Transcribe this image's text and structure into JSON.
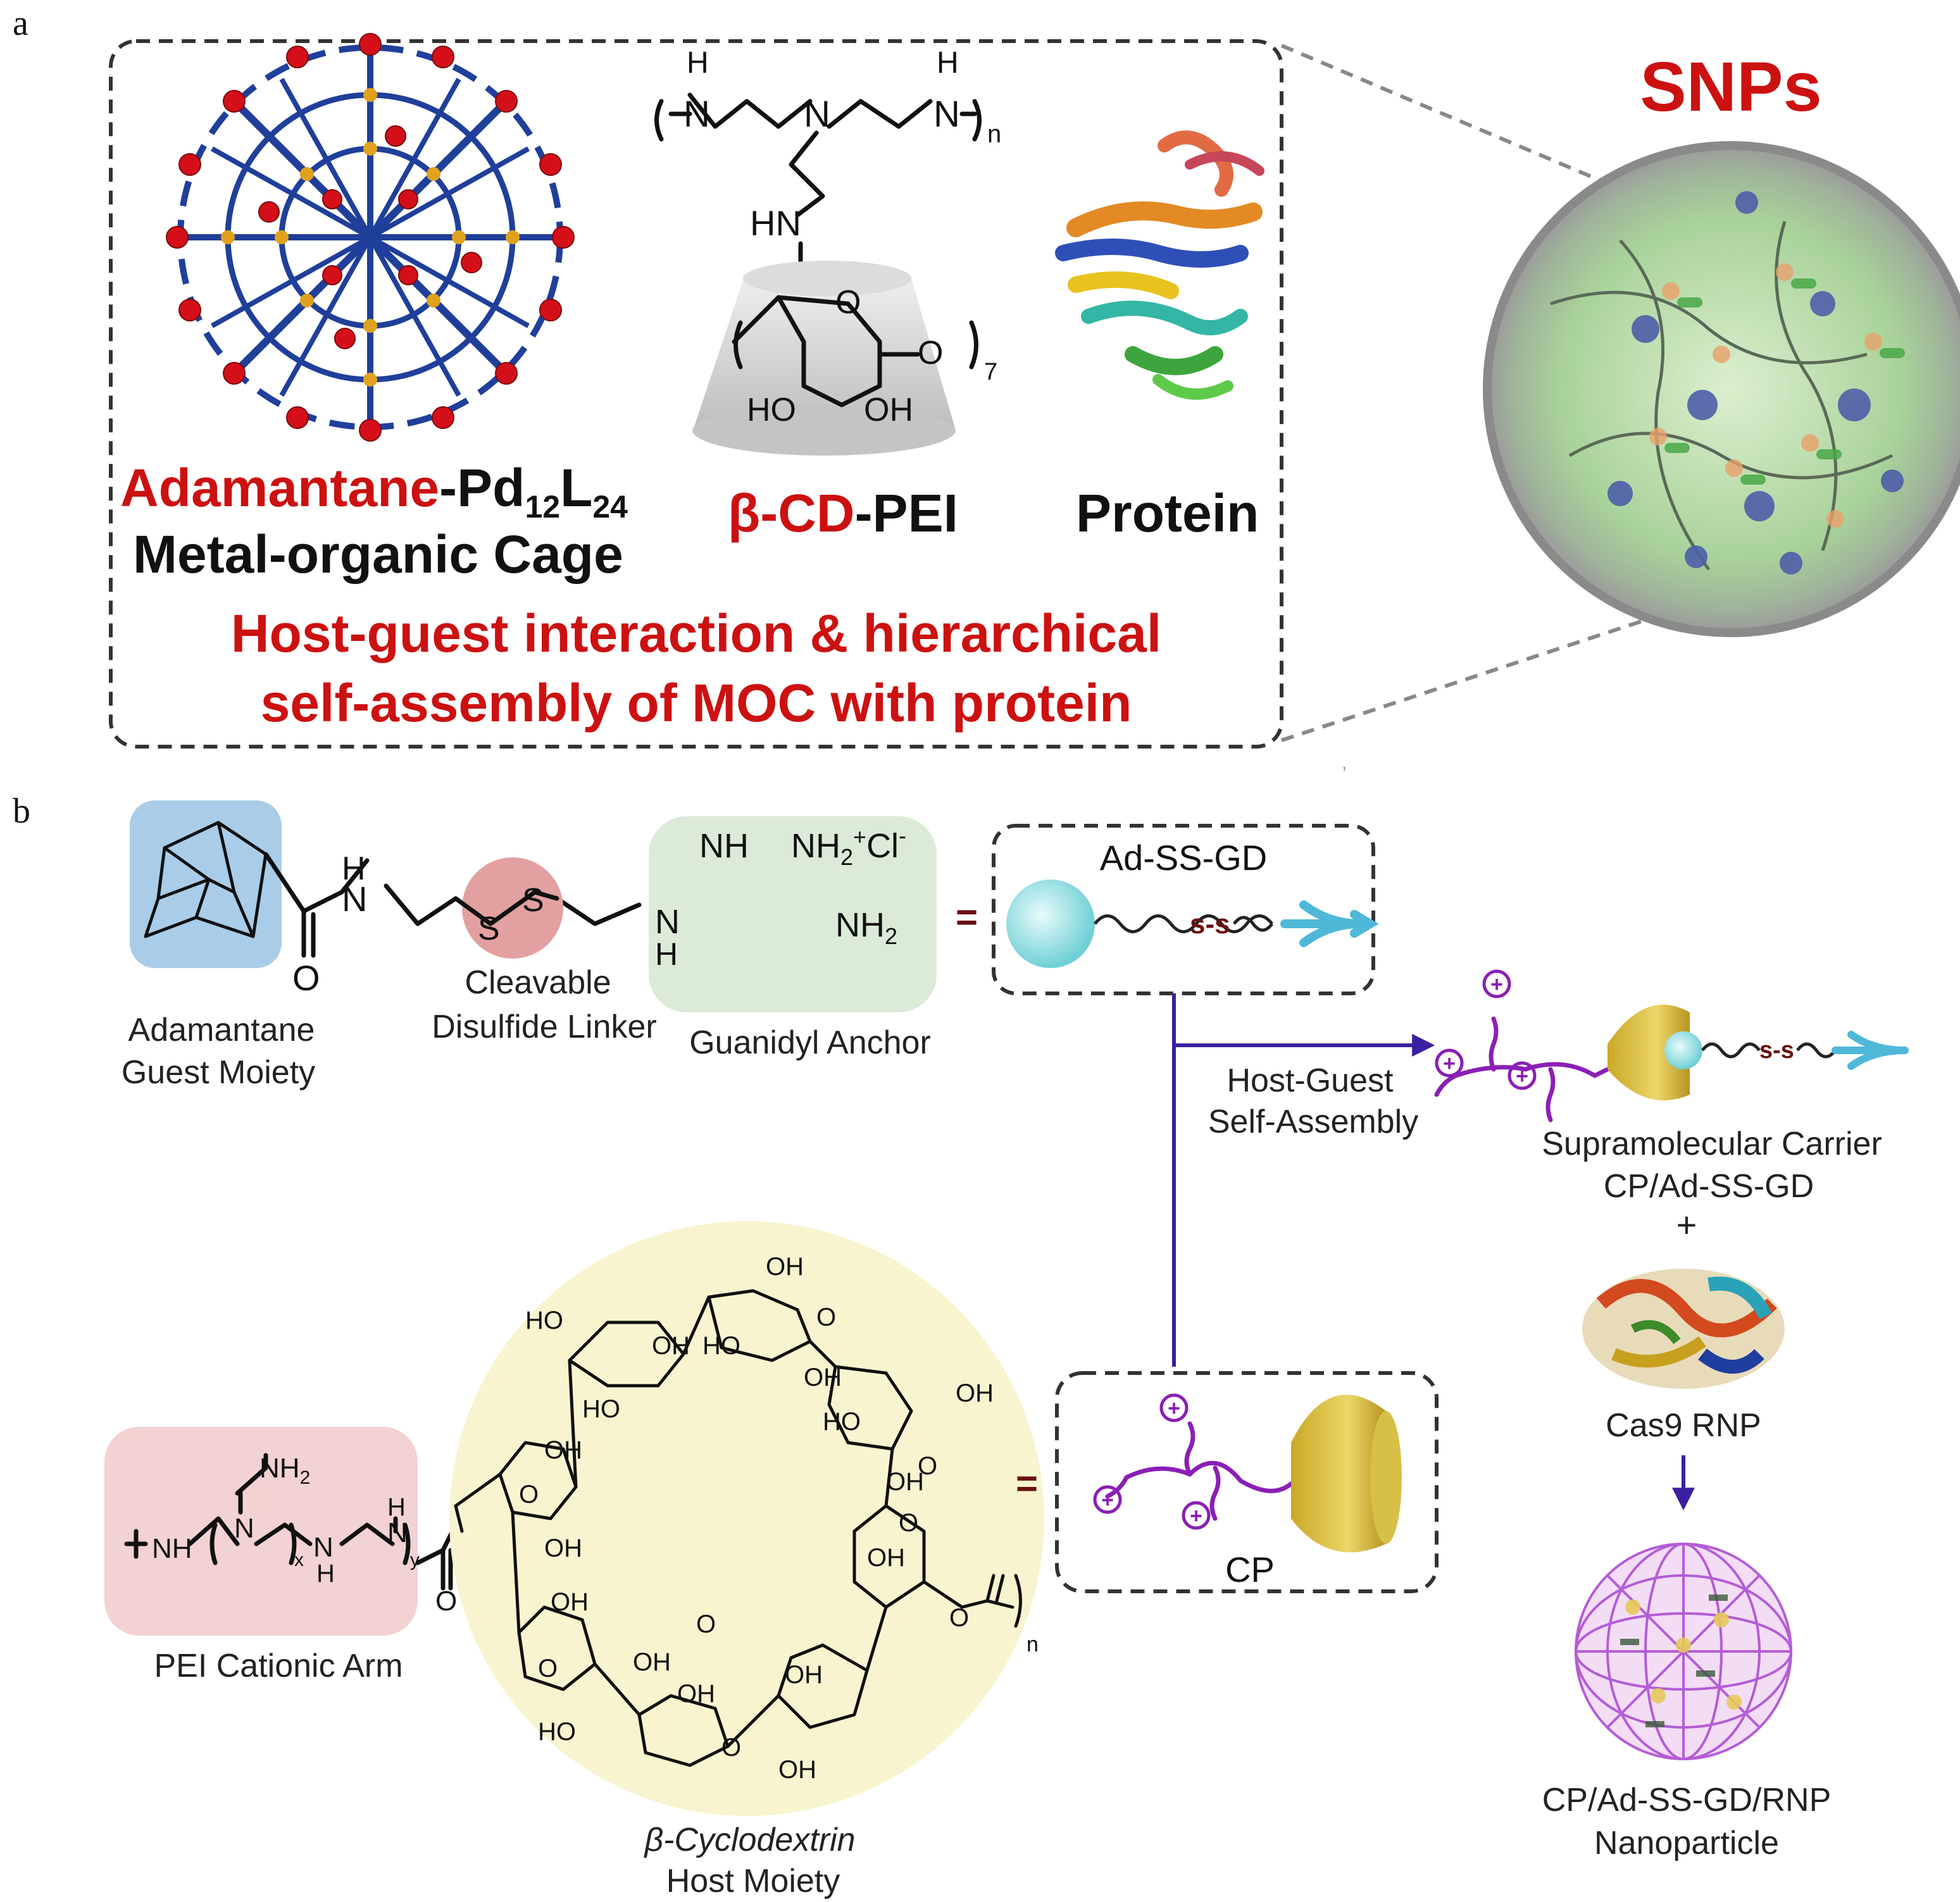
{
  "panel_a": {
    "label": "a",
    "cage_label_red": "Adamantane",
    "cage_label_formula": "-Pd",
    "cage_sub1": "12",
    "cage_label_L": "L",
    "cage_sub2": "24",
    "cage_label_line2": "Metal-organic Cage",
    "cdpei_red": "β-CD",
    "cdpei_black": "-PEI",
    "protein_label": "Protein",
    "caption_line1": "Host-guest interaction & hierarchical",
    "caption_line2": "self-assembly of MOC with protein",
    "snps_label": "SNPs",
    "chem_hn": "HN",
    "chem_n": "N",
    "chem_h": "H",
    "chem_sub_n": "n",
    "chem_ho1": "HO",
    "chem_oh1": "OH",
    "chem_o": "O",
    "chem_sub7": "7"
  },
  "panel_b": {
    "label": "b",
    "ad_guest_line1": "Adamantane",
    "ad_guest_line2": "Guest Moiety",
    "linker_line1": "Cleavable",
    "linker_line2": "Disulfide Linker",
    "anchor_label": "Guanidyl Anchor",
    "adssgd_label": "Ad-SS-GD",
    "ss_label": "s-s",
    "equals": "=",
    "assembly_line1": "Host-Guest",
    "assembly_line2": "Self-Assembly",
    "carrier_line1": "Supramolecular Carrier",
    "carrier_line2": "CP/Ad-SS-GD",
    "plus": "+",
    "cas9_label": "Cas9 RNP",
    "nanoparticle_line1": "CP/Ad-SS-GD/RNP",
    "nanoparticle_line2": "Nanoparticle",
    "cp_label": "CP",
    "pei_label": "PEI Cationic Arm",
    "cd_line1": "β-Cyclodextrin",
    "cd_line2": "Host Moiety",
    "chem_nh": "NH",
    "chem_nh2_plus": "NH",
    "chem_cl": "Cl",
    "chem_nh2": "NH",
    "chem_h": "H",
    "chem_n": "N",
    "chem_s": "S",
    "chem_o": "O",
    "chem_oh": "OH",
    "chem_ho": "HO",
    "chem_x": "x",
    "chem_y": "y",
    "chem_n_sub": "n",
    "chem_two": "2"
  },
  "colors": {
    "accent_red": "#cc1111",
    "cage_blue": "#1f3f9a",
    "purple": "#8a1fb5",
    "arrow_blue": "#3b1fa0",
    "guest_box": "#a9cde8",
    "linker_circle": "#e3a0a0",
    "anchor_box": "#dcebd8",
    "pei_box": "#f2d2d2",
    "cd_circle": "#f7f4cf"
  }
}
